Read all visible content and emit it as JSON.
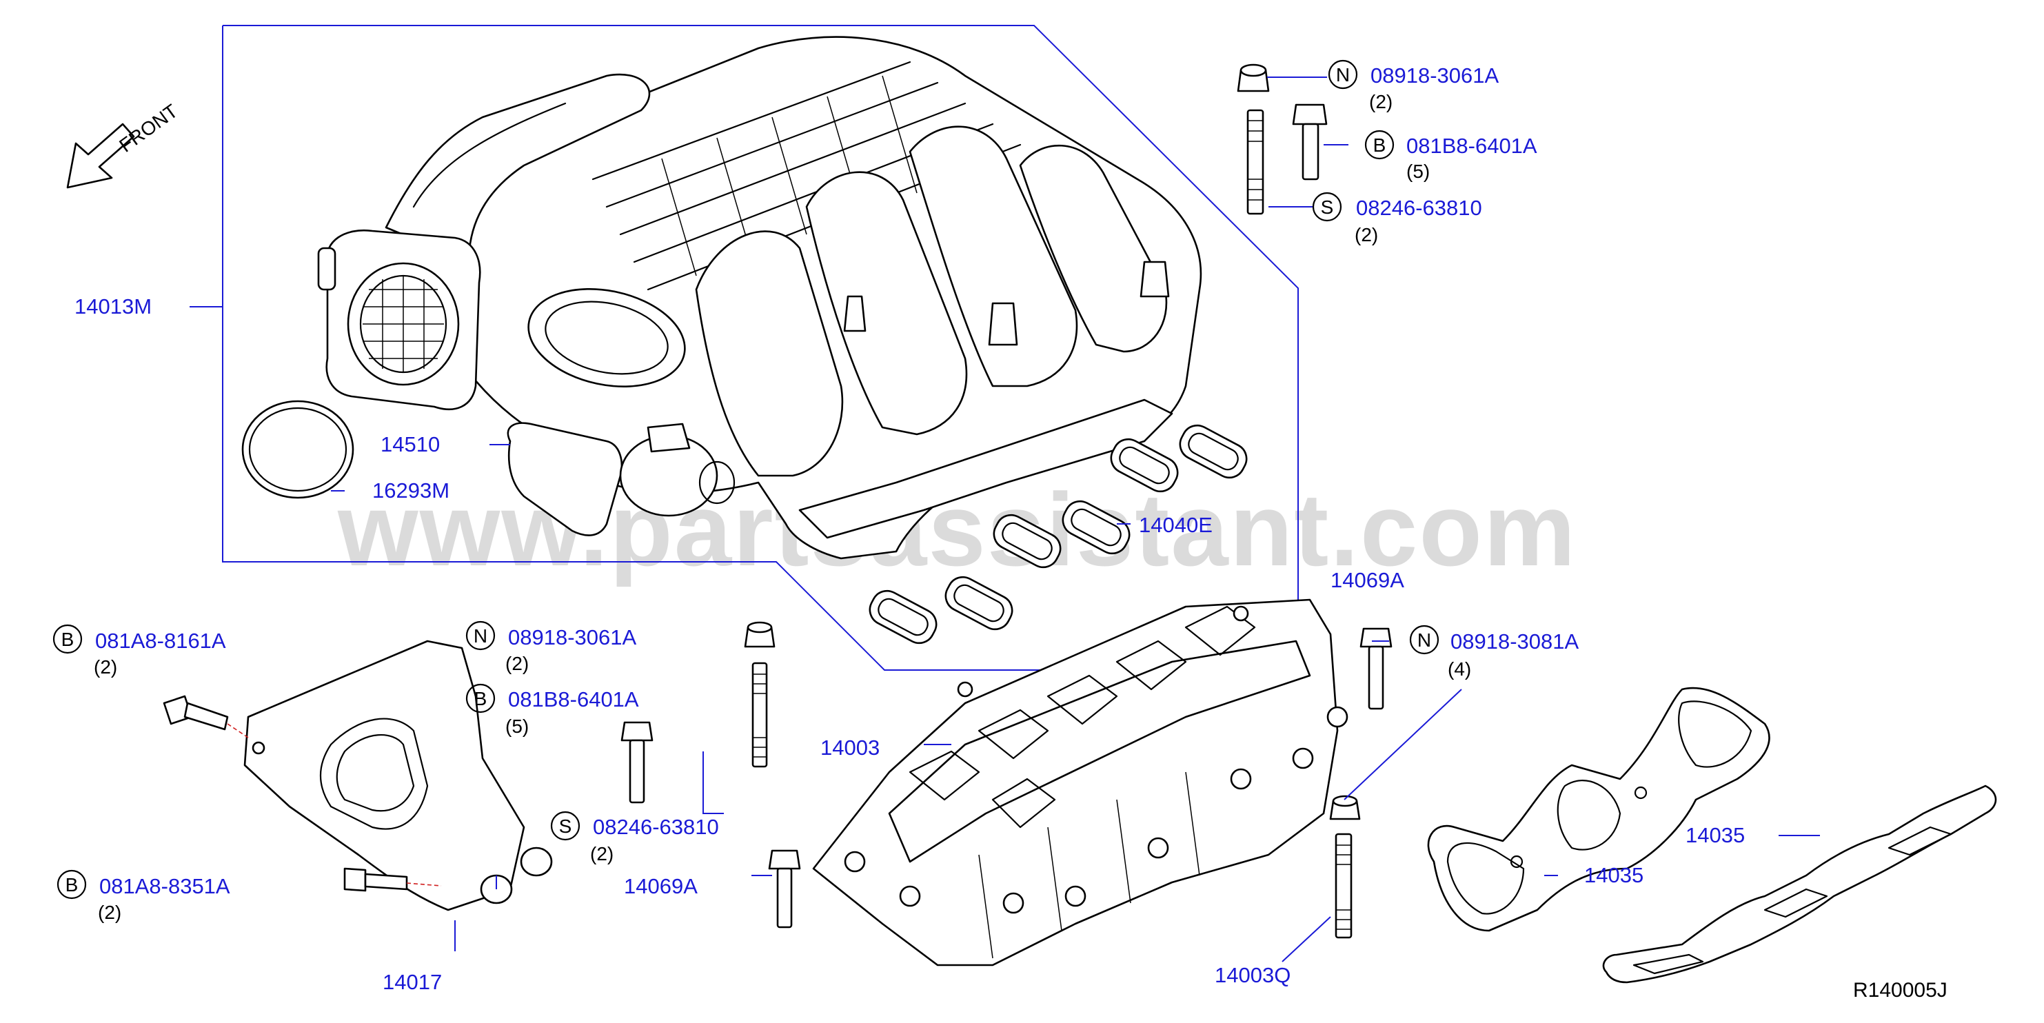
{
  "watermark": "www.partsassistant.com",
  "figure_code": "R140005J",
  "front_label": "FRONT",
  "parts": {
    "upper_manifold": "14013M",
    "valve": "14510",
    "throttle_gasket": "16293M",
    "intake_gasket": "14040E",
    "lower_manifold": "14003",
    "stud_lower": "14003Q",
    "bolt_14069a_top": "14069A",
    "bolt_14069a_left": "14069A",
    "gasket_14035_a": "14035",
    "gasket_14035_b": "14035",
    "bracket": "14017"
  },
  "fasteners": {
    "top_nut": {
      "code": "N",
      "number": "08918-3061A",
      "qty": "(2)"
    },
    "top_bolt": {
      "code": "B",
      "number": "081B8-6401A",
      "qty": "(5)"
    },
    "top_stud": {
      "code": "S",
      "number": "08246-63810",
      "qty": "(2)"
    },
    "bracket_bolt_top": {
      "code": "B",
      "number": "081A8-8161A",
      "qty": "(2)"
    },
    "bracket_bolt_bottom": {
      "code": "B",
      "number": "081A8-8351A",
      "qty": "(2)"
    },
    "mid_nut": {
      "code": "N",
      "number": "08918-3061A",
      "qty": "(2)"
    },
    "mid_bolt": {
      "code": "B",
      "number": "081B8-6401A",
      "qty": "(5)"
    },
    "mid_stud": {
      "code": "S",
      "number": "08246-63810",
      "qty": "(2)"
    },
    "right_nut": {
      "code": "N",
      "number": "08918-3081A",
      "qty": "(4)"
    }
  }
}
